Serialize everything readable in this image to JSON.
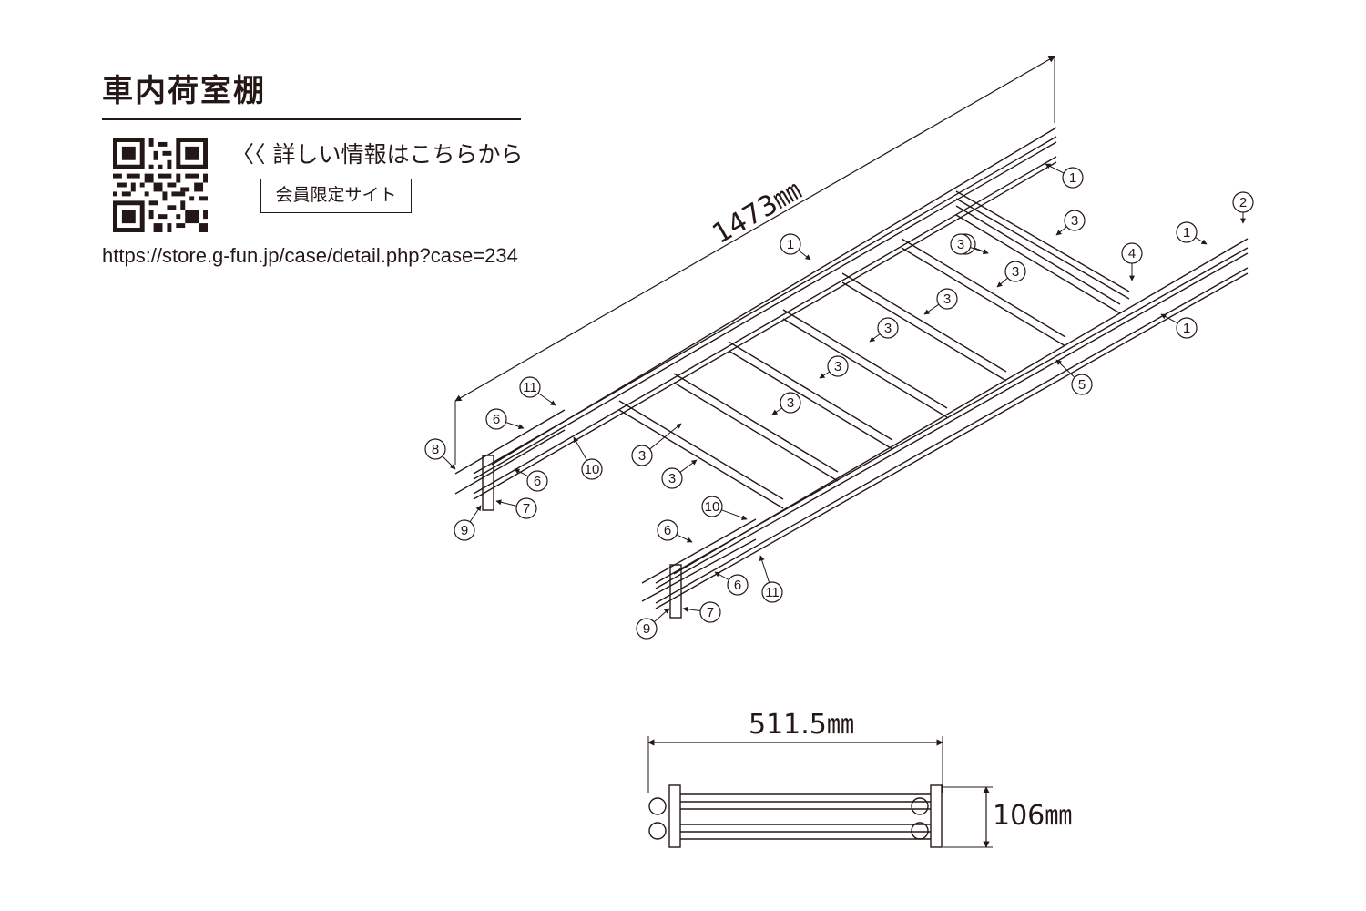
{
  "header": {
    "title": "車内荷室棚",
    "info_text": "〈〈 詳しい情報はこちらから",
    "member_button": "会員限定サイト",
    "url": "https://store.g-fun.jp/case/detail.php?case=234"
  },
  "dimensions": {
    "length": "1473㎜",
    "width": "511.5㎜",
    "height": "106㎜"
  },
  "callouts": [
    "1",
    "1",
    "1",
    "1",
    "2",
    "3",
    "3",
    "3",
    "3",
    "3",
    "3",
    "3",
    "3",
    "3",
    "3",
    "4",
    "5",
    "6",
    "6",
    "6",
    "6",
    "7",
    "7",
    "8",
    "9",
    "9",
    "10",
    "10",
    "11",
    "11"
  ],
  "colors": {
    "ink": "#231815",
    "background": "#ffffff"
  }
}
